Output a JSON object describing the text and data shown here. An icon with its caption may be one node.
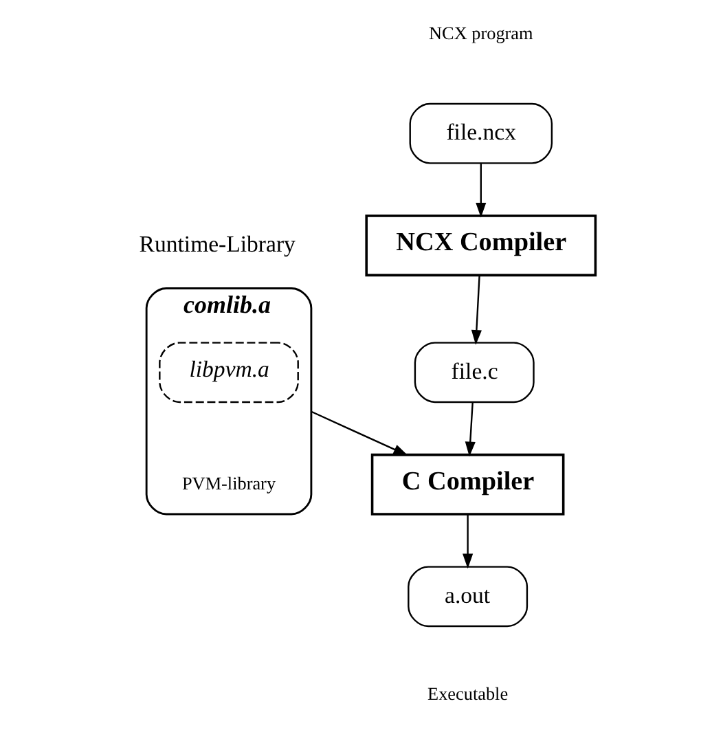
{
  "diagram": {
    "nodes": [
      {
        "text": [
          "file.ncx"
        ],
        "beside": [
          "NCX program"
        ]
      },
      {
        "text": [
          "NCX Compiler"
        ]
      },
      {
        "text": [
          "file.c"
        ]
      },
      {
        "text": [
          "comlib.a"
        ],
        "beside": [
          "Runtime-Library"
        ]
      },
      {
        "text": [
          "libpvm.a"
        ],
        "in": 3,
        "beside": [
          "PVM-library"
        ]
      },
      {
        "text": [
          "C Compiler"
        ]
      },
      {
        "text": [
          "a.out"
        ],
        "beside": [
          "Executable"
        ]
      }
    ],
    "edges": [
      {
        "from": 0,
        "to": 1,
        "arrow": "to"
      },
      {
        "from": 1,
        "to": 2,
        "arrow": "to"
      },
      {
        "from": 2,
        "to": 5,
        "arrow": "to"
      },
      {
        "from": 3,
        "to": 5,
        "arrow": "to"
      },
      {
        "from": 5,
        "to": 6,
        "arrow": "to"
      }
    ]
  }
}
